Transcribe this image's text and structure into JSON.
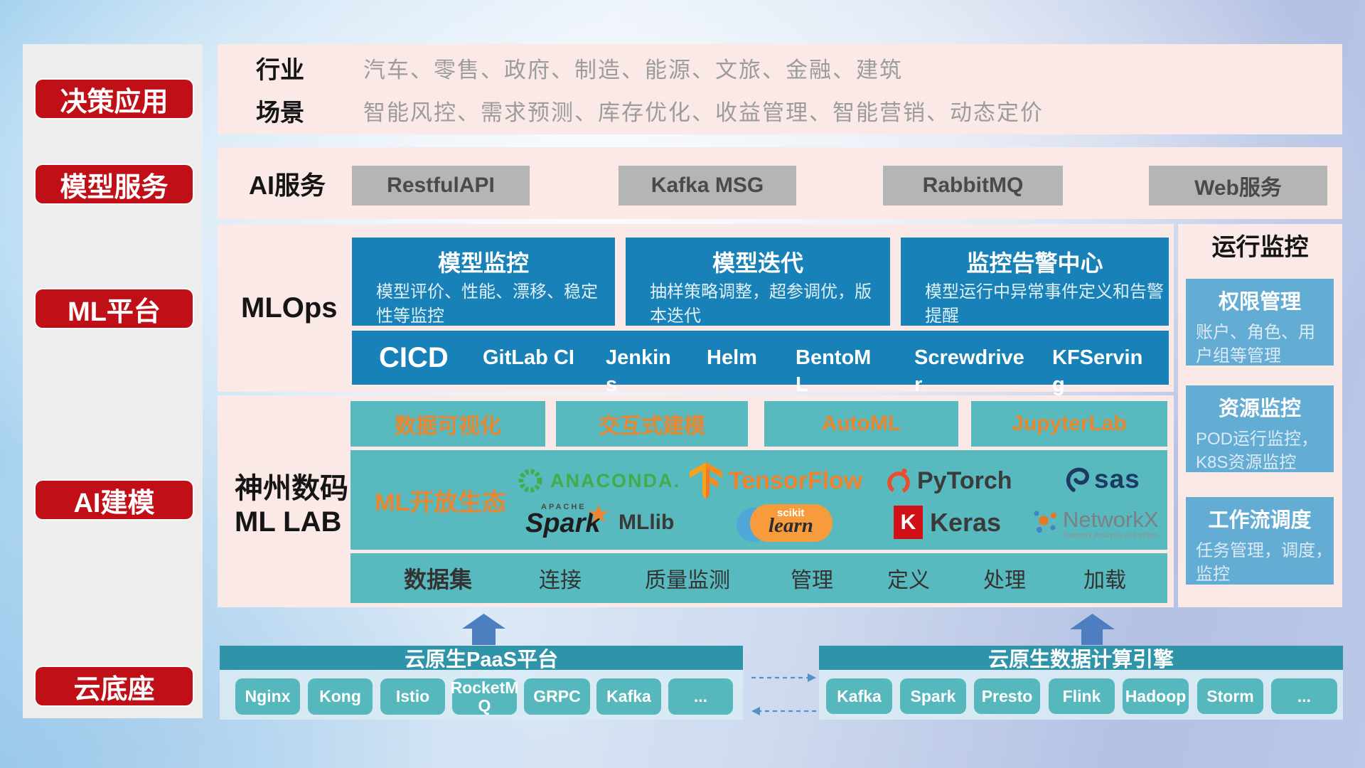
{
  "sidebar": {
    "items": [
      {
        "label": "决策应用"
      },
      {
        "label": "模型服务"
      },
      {
        "label": "ML平台"
      },
      {
        "label": "AI建模"
      },
      {
        "label": "云底座"
      }
    ]
  },
  "industry_panel": {
    "row1_label": "行业",
    "row1_text": "汽车、零售、政府、制造、能源、文旅、金融、建筑",
    "row2_label": "场景",
    "row2_text": "智能风控、需求预测、库存优化、收益管理、智能营销、动态定价"
  },
  "service_panel": {
    "label": "AI服务",
    "buttons": [
      "RestfulAPI",
      "Kafka MSG",
      "RabbitMQ",
      "Web服务"
    ]
  },
  "mlops_panel": {
    "label": "MLOps",
    "boxes": [
      {
        "title": "模型监控",
        "desc": "模型评价、性能、漂移、稳定性等监控"
      },
      {
        "title": "模型迭代",
        "desc": "抽样策略调整，超参调优，版本迭代"
      },
      {
        "title": "监控告警中心",
        "desc": "模型运行中异常事件定义和告警提醒"
      }
    ],
    "cicd": {
      "main": "CICD",
      "items": [
        "GitLab CI",
        "Jenkins",
        "Helm",
        "BentoML",
        "Screwdriver",
        "KFServing"
      ]
    }
  },
  "mllab_panel": {
    "label_line1": "神州数码",
    "label_line2": "ML LAB",
    "tools": [
      "数据可视化",
      "交互式建模",
      "AutoML",
      "JupyterLab"
    ],
    "ecosystem_label": "ML开放生态",
    "logos": {
      "anaconda": "ANACONDA.",
      "tensorflow": "TensorFlow",
      "pytorch": "PyTorch",
      "sas": "sas",
      "spark_small": "APACHE",
      "spark": "Spark",
      "mllib": "MLlib",
      "scikit_top": "scikit",
      "scikit_bottom": "learn",
      "keras_k": "K",
      "keras": "Keras",
      "networkx": "NetworkX",
      "networkx_sub": "Network Analysis in Python"
    },
    "dataset_label": "数据集",
    "dataset_items": [
      "连接",
      "质量监测",
      "管理",
      "定义",
      "处理",
      "加载"
    ]
  },
  "monitor_panel": {
    "title": "运行监控",
    "boxes": [
      {
        "title": "权限管理",
        "desc": "账户、角色、用户组等管理"
      },
      {
        "title": "资源监控",
        "desc": "POD运行监控，K8S资源监控"
      },
      {
        "title": "工作流调度",
        "desc": "任务管理，调度，监控"
      }
    ]
  },
  "bottom": {
    "paas": {
      "title": "云原生PaaS平台",
      "chips": [
        "Nginx",
        "Kong",
        "Istio",
        "RocketMQ",
        "GRPC",
        "Kafka",
        "..."
      ]
    },
    "engine": {
      "title": "云原生数据计算引擎",
      "chips": [
        "Kafka",
        "Spark",
        "Presto",
        "Flink",
        "Hadoop",
        "Storm",
        "..."
      ]
    }
  },
  "colors": {
    "red": "#c00f16",
    "pink_panel": "#fae9e6",
    "sidebar_bg": "#ededee",
    "blue_box": "#1781b8",
    "teal_box": "#58b9be",
    "teal_chip": "#56b7bd",
    "bar_header": "#2f93aa",
    "monitor_box": "#63acd4",
    "orange_text": "#e8872f",
    "gray_button": "#b5b5b5",
    "arrow_blue": "#4d7ec0",
    "anaconda_green": "#3fae49",
    "tensorflow_orange": "#f0822e",
    "pytorch_orange": "#ee4c2c",
    "keras_red": "#d10f16"
  }
}
